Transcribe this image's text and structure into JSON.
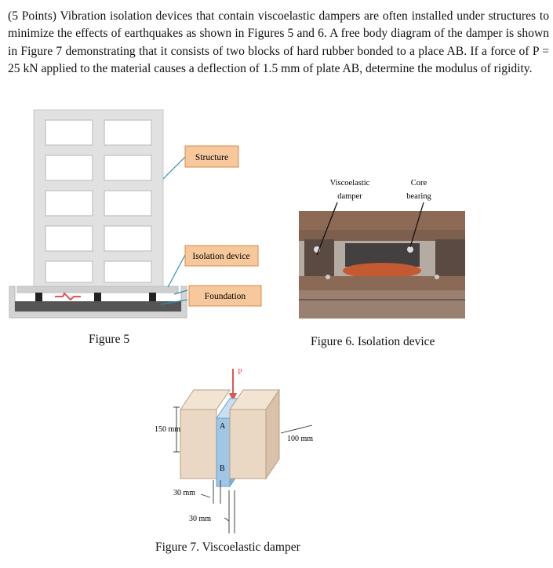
{
  "problem": {
    "text": "(5 Points) Vibration isolation devices that contain viscoelastic dampers are often installed under structures to minimize the effects of earthquakes as shown in Figures 5 and 6. A free body diagram of the damper is shown in Figure 7 demonstrating that it consists of two blocks of hard rubber bonded to a place AB. If a force of P = 25 kN applied to the material causes a deflection of 1.5 mm of plate AB, determine the modulus of rigidity."
  },
  "figure5": {
    "caption": "Figure 5",
    "labels": {
      "structure": "Structure",
      "isolation": "Isolation device",
      "foundation": "Foundation"
    }
  },
  "figure6": {
    "caption": "Figure 6. Isolation device",
    "labels": {
      "viscoelastic_1": "Viscoelastic",
      "viscoelastic_2": "damper",
      "core_1": "Core",
      "core_2": "bearing"
    }
  },
  "figure7": {
    "caption": "Figure 7. Viscoelastic damper",
    "labels": {
      "force": "P",
      "a": "A",
      "b": "B",
      "height": "150 mm",
      "depth": "100 mm",
      "thick1": "30 mm",
      "thick2": "30 mm"
    }
  },
  "colors": {
    "label_box": "#f7c89b",
    "label_border": "#d98a4a",
    "plate": "#9fc6e4",
    "force": "#e05555",
    "rubber": "#ead8c4"
  }
}
